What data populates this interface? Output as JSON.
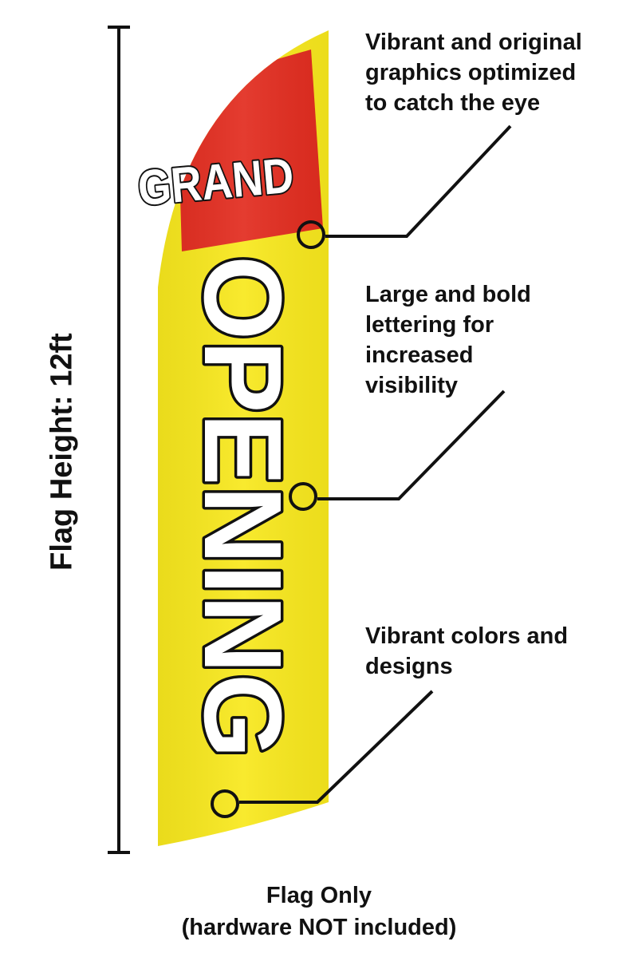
{
  "flag": {
    "top_word": "GRAND",
    "main_word": "OPENING",
    "colors": {
      "background": "#f8e81c",
      "banner": "#e22b1e",
      "letter_fill": "#ffffff",
      "letter_outline": "#111111"
    }
  },
  "height_label": "Flag Height: 12ft",
  "callouts": [
    {
      "lines": [
        "Vibrant and original",
        "graphics optimized",
        "to catch the eye"
      ]
    },
    {
      "lines": [
        "Large and bold",
        "lettering for",
        "increased",
        "visibility"
      ]
    },
    {
      "lines": [
        "Vibrant colors and",
        "designs"
      ]
    }
  ],
  "footer": {
    "line1": "Flag Only",
    "line2": "(hardware NOT included)"
  }
}
